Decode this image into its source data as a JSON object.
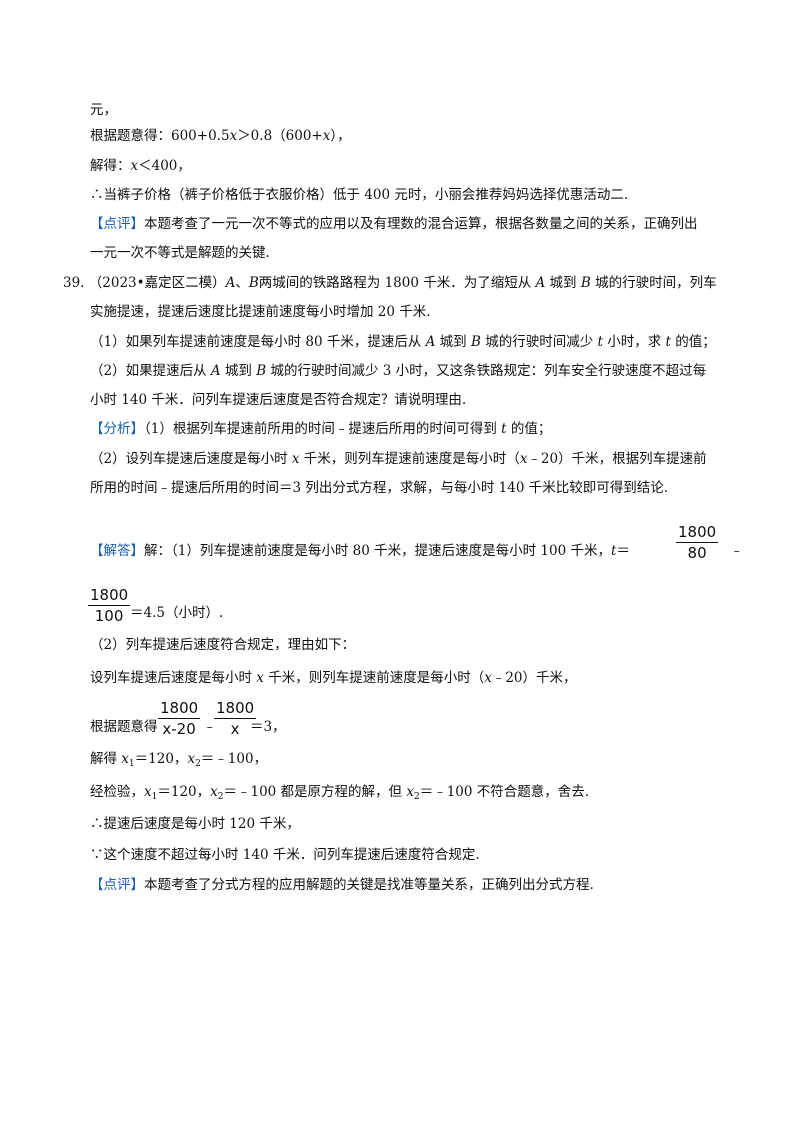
{
  "prev": {
    "l1": "元，",
    "l2a": "根据题意得：600+0.5",
    "l2_x1": "x",
    "l2b": "＞0.8（600+",
    "l2_x2": "x",
    "l2c": "），",
    "l3a": "解得：",
    "l3_x": "x",
    "l3b": "＜400，",
    "l4": "∴当裤子价格（裤子价格低于衣服价格）低于 400 元时，小丽会推荐妈妈选择优惠活动二.",
    "review_tag": "【点评】",
    "review_l1": "本题考查了一元一次不等式的应用以及有理数的混合运算，根据各数量之间的关系，正确列出",
    "review_l2": "一元一次不等式是解题的关键."
  },
  "q39": {
    "number": "39.",
    "src": "（2023•嘉定区二模）",
    "A": "A",
    "sep": "、",
    "B": "B",
    "s1": "两城间的铁路路程为 1800 千米．为了缩短从 ",
    "A2": "A",
    "s2": " 城到 ",
    "B2": "B",
    "s3": " 城的行驶时间，列车",
    "l2": "实施提速，提速后速度比提速前速度每小时增加 20 千米.",
    "p1a": "（1）如果列车提速前速度是每小时 80 千米，提速后从 ",
    "p1A": "A",
    "p1b": " 城到 ",
    "p1B": "B",
    "p1c": " 城的行驶时间减少 ",
    "p1t": "t",
    "p1d": " 小时，求 ",
    "p1t2": "t",
    "p1e": " 的值；",
    "p2a": "（2）如果提速后从 ",
    "p2A": "A",
    "p2b": " 城到 ",
    "p2B": "B",
    "p2c": " 城的行驶时间减少 3 小时，又这条铁路规定：列车安全行驶速度不超过每",
    "p2d": "小时 140 千米．问列车提速后速度是否符合规定？请说明理由."
  },
  "analysis": {
    "tag": "【分析】",
    "l1a": "（1）根据列车提速前所用的时间﹣提速后所用的时间可得到 ",
    "l1t": "t",
    "l1b": " 的值；",
    "l2a": "（2）设列车提速后速度是每小时 ",
    "l2x": "x",
    "l2b": " 千米，则列车提速前速度是每小时（",
    "l2x2": "x",
    "l2c": "﹣20）千米，根据列车提速前",
    "l3": "所用的时间﹣提速后所用的时间＝3 列出分式方程，求解，与每小时 140 千米比较即可得到结论."
  },
  "solution": {
    "tag": "【解答】",
    "l1a": "解：（1）列车提速前速度是每小时 80 千米，提速后速度是每小时 100 千米，",
    "l1t": "t",
    "l1eq": "＝",
    "f1_num": "1800",
    "f1_den": "80",
    "minus": "﹣",
    "f2_num": "1800",
    "f2_den": "100",
    "l2": "＝4.5（小时）.",
    "l3": "（2）列车提速后速度符合规定，理由如下：",
    "l4a": "设列车提速后速度是每小时 ",
    "l4x": "x",
    "l4b": " 千米，则列车提速前速度是每小时（",
    "l4x2": "x",
    "l4c": "﹣20）千米，",
    "l5": "根据题意得",
    "f3_num": "1800",
    "f3_den": "x-20",
    "minus2": "﹣",
    "f4_num": "1800",
    "f4_den": "x",
    "l5b": "＝3，",
    "l6a": "解得 ",
    "l6x1": "x",
    "l6s1": "1",
    "l6b": "＝120，",
    "l6x2": "x",
    "l6s2": "2",
    "l6c": "＝﹣100，",
    "l7a": "经检验，",
    "l7x1": "x",
    "l7s1": "1",
    "l7b": "＝120，",
    "l7x2": "x",
    "l7s2": "2",
    "l7c": "＝﹣100 都是原方程的解，但 ",
    "l7x3": "x",
    "l7s3": "2",
    "l7d": "＝﹣100 不符合题意，舍去.",
    "l8": "∴提速后速度是每小时 120 千米，",
    "l9": "∵这个速度不超过每小时 140 千米．问列车提速后速度符合规定."
  },
  "review": {
    "tag": "【点评】",
    "text": "本题考查了分式方程的应用解题的关键是找准等量关系，正确列出分式方程."
  }
}
